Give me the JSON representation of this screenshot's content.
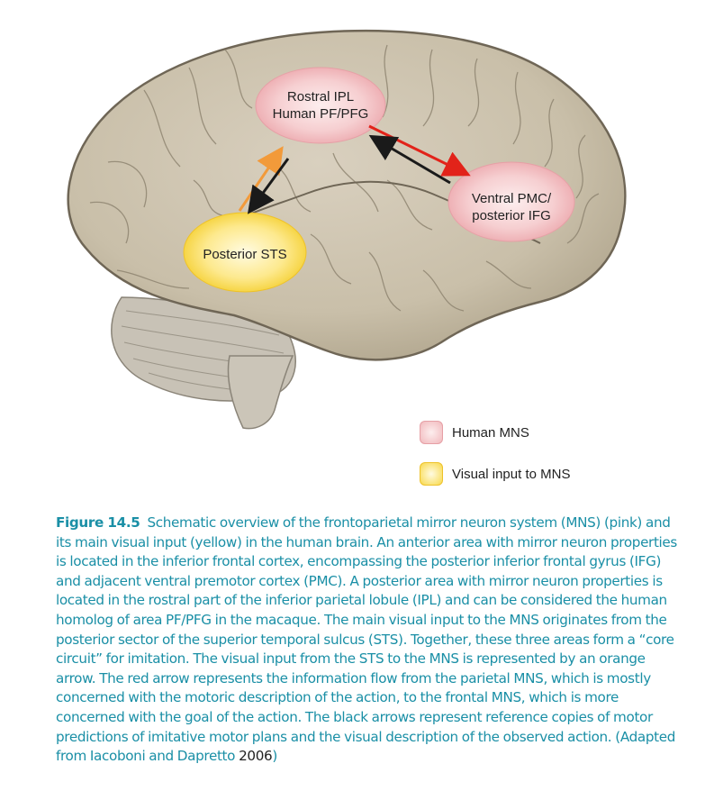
{
  "regions": {
    "ipl": {
      "line1": "Rostral IPL",
      "line2": "Human PF/PFG"
    },
    "pmc": {
      "line1": "Ventral PMC/",
      "line2": "posterior IFG"
    },
    "sts": {
      "label": "Posterior STS"
    }
  },
  "legend": [
    {
      "label": "Human MNS",
      "color": "#f3c3c6"
    },
    {
      "label": "Visual input to MNS",
      "color": "#fbe27a"
    }
  ],
  "colors": {
    "mns_pink": "#f1b9bd",
    "visual_yellow": "#f8d94c",
    "orange_arrow": "#f29a3a",
    "red_arrow": "#e2231a",
    "black_arrow": "#1a1a1a",
    "caption_teal": "#1a8fa6"
  },
  "caption": {
    "figure_number": "Figure 14.5",
    "text": "Schematic overview of the frontoparietal mirror neuron system (MNS) (pink) and its main visual input (yellow) in the human brain. An anterior area with mirror neuron properties is located in the inferior frontal cortex, encompassing the posterior inferior frontal gyrus (IFG) and adjacent ventral premotor cortex (PMC). A posterior area with mirror neuron properties is located in the rostral part of the inferior parietal lobule (IPL) and can be considered the human homolog of area PF/PFG in the macaque. The main visual input to the MNS originates from the posterior sector of the superior temporal sulcus (STS). Together, these three areas form a “core circuit” for imitation. The visual input from the STS to the MNS is represented by an orange arrow. The red arrow represents the information flow from the parietal MNS, which is mostly concerned with the motoric description of the action, to the frontal MNS, which is more concerned with the goal of the action. The black arrows represent reference copies of motor predictions of imitative motor plans and the visual description of the observed action. (Adapted from Iacoboni and Dapretto",
    "year": "2006",
    "closing": ")"
  }
}
